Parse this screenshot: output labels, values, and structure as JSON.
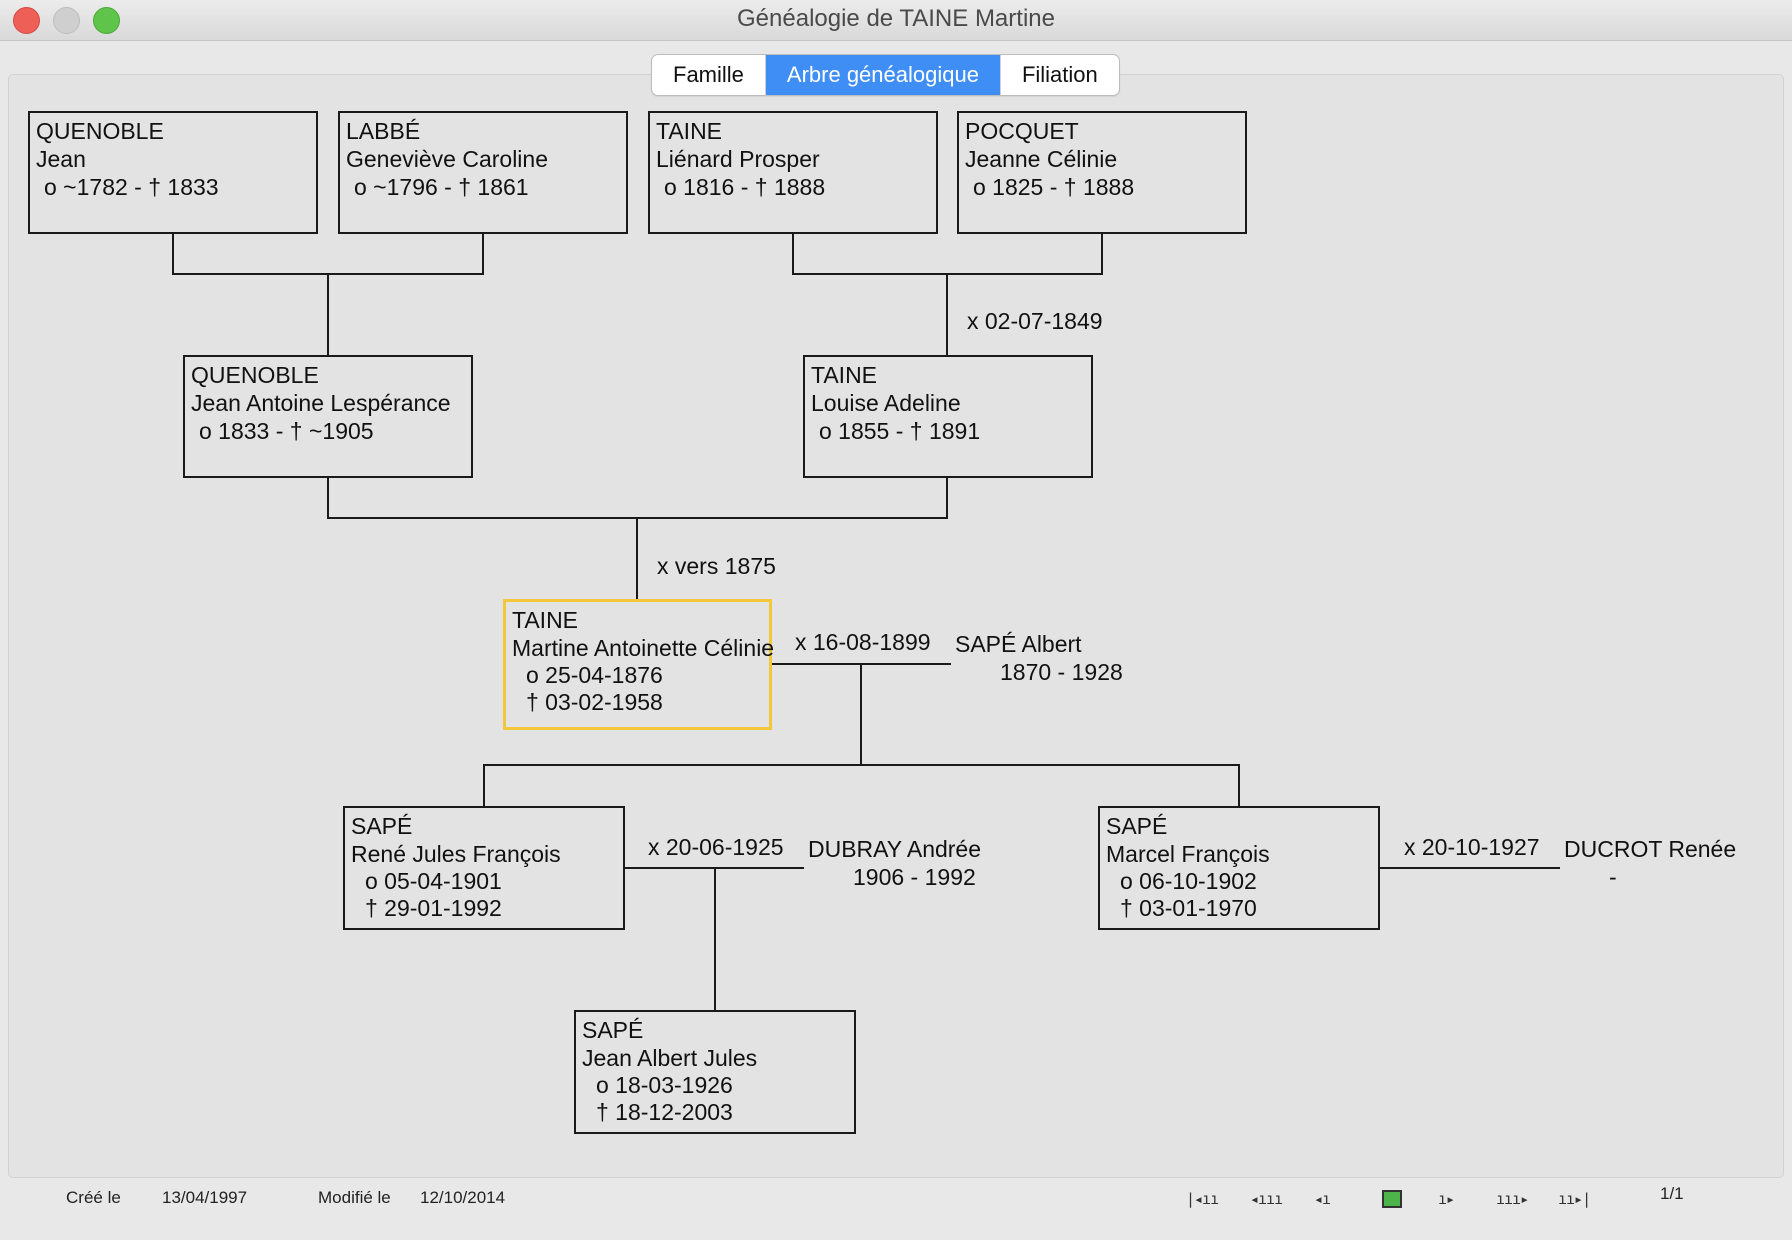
{
  "window": {
    "title": "Généalogie de TAINE Martine"
  },
  "tabs": [
    {
      "label": "Famille"
    },
    {
      "label": "Arbre généalogique"
    },
    {
      "label": "Filiation"
    }
  ],
  "tree": {
    "grandparents": [
      {
        "surname": "QUENOBLE",
        "given": "Jean",
        "dates": "o ~1782 - † 1833"
      },
      {
        "surname": "LABBÉ",
        "given": "Geneviève Caroline",
        "dates": "o ~1796 - † 1861"
      },
      {
        "surname": "TAINE",
        "given": "Liénard Prosper",
        "dates": "o 1816 - † 1888"
      },
      {
        "surname": "POCQUET",
        "given": "Jeanne Célinie",
        "dates": "o 1825 - † 1888"
      }
    ],
    "grandparents_marriage_right": "x 02-07-1849",
    "parents": [
      {
        "surname": "QUENOBLE",
        "given": "Jean Antoine Lespérance",
        "dates": "o 1833 - † ~1905"
      },
      {
        "surname": "TAINE",
        "given": "Louise Adeline",
        "dates": "o 1855 - † 1891"
      }
    ],
    "parents_marriage": "x vers 1875",
    "subject": {
      "surname": "TAINE",
      "given": "Martine Antoinette Célinie",
      "birth": "o 25-04-1876",
      "death": "† 03-02-1958"
    },
    "subject_marriage": "x 16-08-1899",
    "subject_spouse": {
      "name": "SAPÉ Albert",
      "dates": "1870 - 1928"
    },
    "children": [
      {
        "surname": "SAPÉ",
        "given": "René Jules François",
        "birth": "o 05-04-1901",
        "death": "† 29-01-1992",
        "marriage": "x 20-06-1925",
        "spouse_name": "DUBRAY Andrée",
        "spouse_dates": "1906 - 1992"
      },
      {
        "surname": "SAPÉ",
        "given": "Marcel François",
        "birth": "o 06-10-1902",
        "death": "† 03-01-1970",
        "marriage": "x 20-10-1927",
        "spouse_name": "DUCROT Renée",
        "spouse_dates": "-"
      }
    ],
    "grandchild": {
      "surname": "SAPÉ",
      "given": "Jean Albert Jules",
      "birth": "o 18-03-1926",
      "death": "† 18-12-2003"
    }
  },
  "footer": {
    "created_label": "Créé le",
    "created_value": "13/04/1997",
    "modified_label": "Modifié le",
    "modified_value": "12/10/2014",
    "nav": [
      "|◂ıı",
      "◂ııı",
      "◂ı",
      "",
      "ı▸",
      "ııı▸",
      "ıı▸|"
    ],
    "page": "1/1"
  }
}
